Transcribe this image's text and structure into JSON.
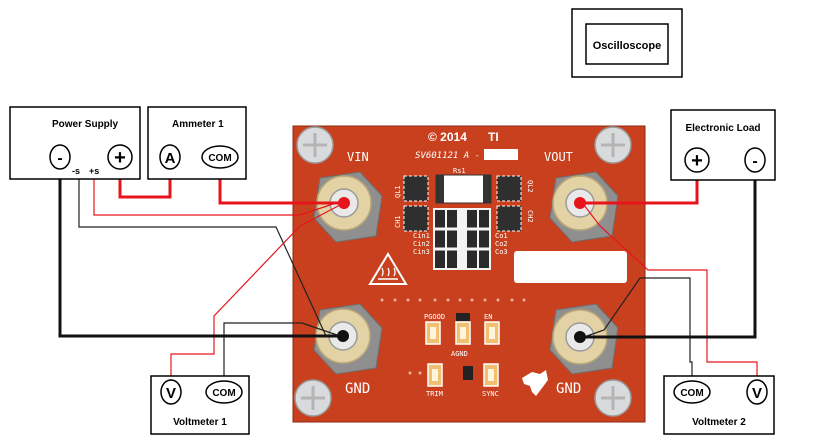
{
  "instruments": {
    "oscilloscope": {
      "label": "Oscilloscope"
    },
    "power_supply": {
      "label": "Power Supply",
      "minus": "-",
      "plus": "+",
      "sense_minus": "-s",
      "sense_plus": "+s"
    },
    "ammeter1": {
      "label": "Ammeter 1",
      "meter": "A",
      "com": "COM"
    },
    "electronic_load": {
      "label": "Electronic Load",
      "plus": "+",
      "minus": "-"
    },
    "voltmeter1": {
      "label": "Voltmeter 1",
      "meter": "V",
      "com": "COM"
    },
    "voltmeter2": {
      "label": "Voltmeter 2",
      "meter": "V",
      "com": "COM"
    }
  },
  "board": {
    "copyright": "© 2014",
    "ti": "TI",
    "part_number": "SV601121 A -",
    "vin": "VIN",
    "vout": "VOUT",
    "gnd_left": "GND",
    "gnd_right": "GND",
    "ql1": "QL1",
    "ch1": "CH1",
    "ql2": "QL2",
    "ch2": "CH2",
    "rs1": "Rs1",
    "cin1": "Cin1",
    "cin2": "Cin2",
    "cin3": "Cin3",
    "co1": "Co1",
    "co2": "Co2",
    "co3": "Co3",
    "pgood": "PGOOD",
    "en": "EN",
    "agnd": "AGND",
    "trim": "TRIM",
    "sync": "SYNC"
  },
  "colors": {
    "board": "#c8401e",
    "wire_red": "#e8141c",
    "wire_black": "#111111",
    "thin_red": "#e8141c",
    "thin_black": "#222222"
  }
}
